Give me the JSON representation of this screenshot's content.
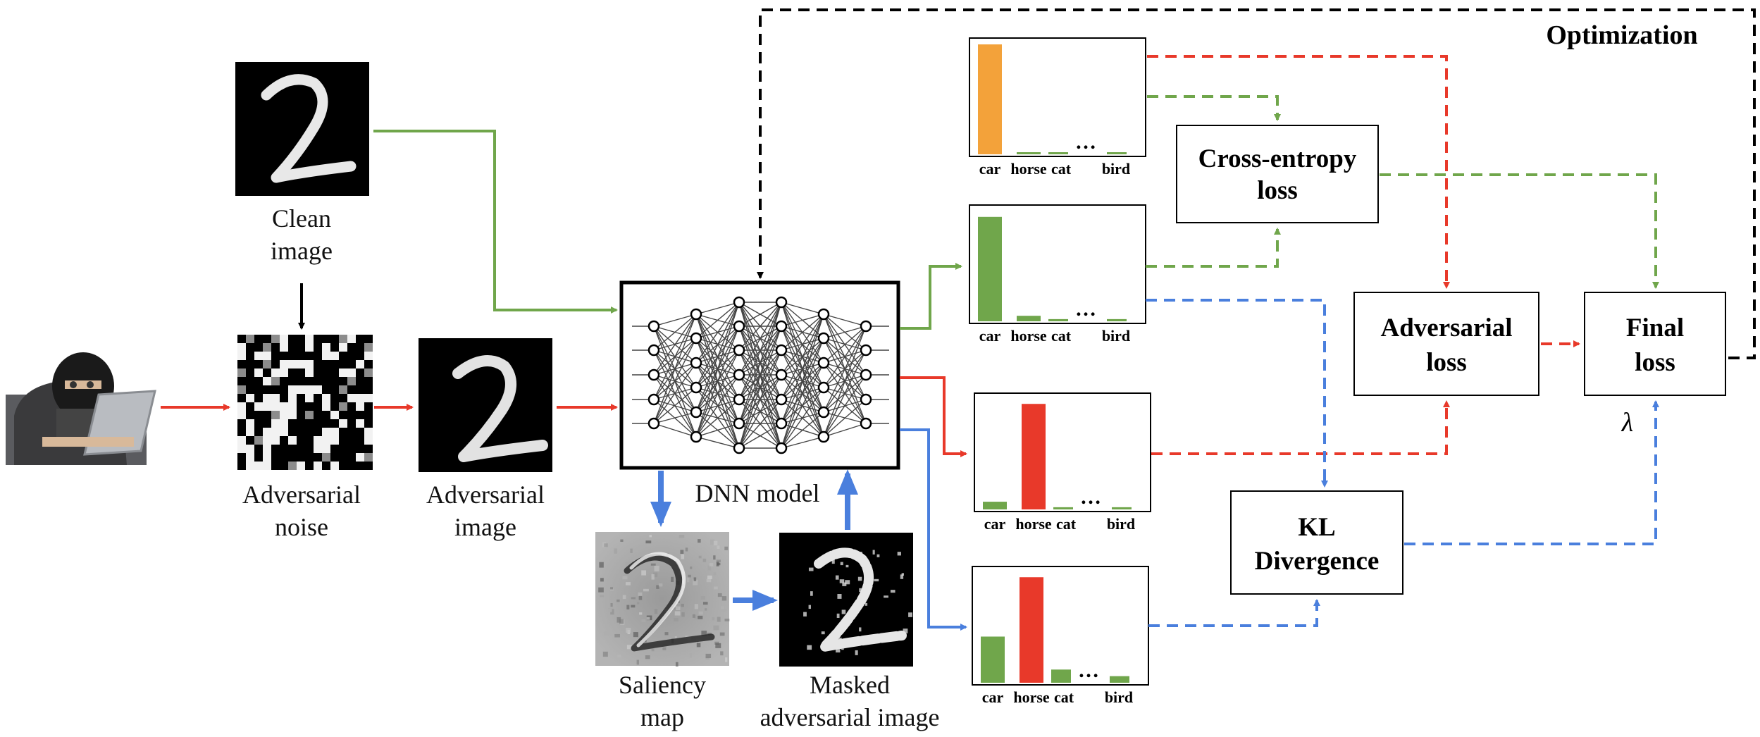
{
  "labels": {
    "clean_1": "Clean",
    "clean_2": "image",
    "noise_1": "Adversarial",
    "noise_2": "noise",
    "adv_1": "Adversarial",
    "adv_2": "image",
    "dnn": "DNN model",
    "saliency_1": "Saliency",
    "saliency_2": "map",
    "masked_1": "Masked",
    "masked_2": "adversarial image",
    "optimization": "Optimization",
    "lambda": "λ"
  },
  "boxes": {
    "ce_1": "Cross-entropy",
    "ce_2": "loss",
    "adv_1": "Adversarial",
    "adv_2": "loss",
    "final_1": "Final",
    "final_2": "loss",
    "kl_1": "KL",
    "kl_2": "Divergence"
  },
  "colors": {
    "green": "#70a64b",
    "red": "#e8392a",
    "blue": "#4a7fdd",
    "orange": "#f3a23a",
    "black": "#000000"
  },
  "chart_data": [
    {
      "type": "bar",
      "name": "clean-prediction",
      "categories": [
        "car",
        "horse",
        "cat",
        "…",
        "bird"
      ],
      "values": [
        1.0,
        0,
        0,
        null,
        0
      ],
      "highlight": "car",
      "highlight_color": "#f3a23a"
    },
    {
      "type": "bar",
      "name": "adversarial-prediction-target",
      "categories": [
        "car",
        "horse",
        "cat",
        "…",
        "bird"
      ],
      "values": [
        0.95,
        0.05,
        0.02,
        null,
        0.02
      ],
      "highlight": "car",
      "highlight_color": "#70a64b"
    },
    {
      "type": "bar",
      "name": "adversarial-prediction-output",
      "categories": [
        "car",
        "horse",
        "cat",
        "…",
        "bird"
      ],
      "values": [
        0.07,
        0.96,
        0.02,
        null,
        0.02
      ],
      "highlight": "horse",
      "highlight_color": "#e8392a"
    },
    {
      "type": "bar",
      "name": "masked-prediction-output",
      "categories": [
        "car",
        "horse",
        "cat",
        "…",
        "bird"
      ],
      "values": [
        0.42,
        0.96,
        0.12,
        null,
        0.06
      ],
      "highlight": "horse",
      "highlight_color": "#e8392a"
    }
  ]
}
